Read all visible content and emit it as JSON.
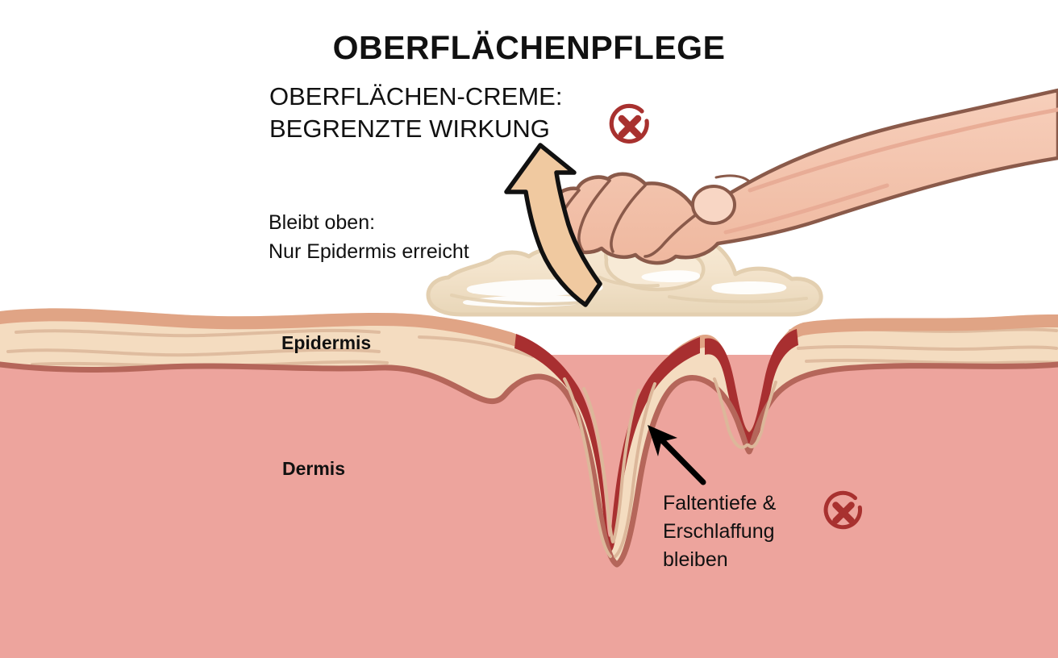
{
  "diagram": {
    "title": "OBERFLÄCHENPFLEGE",
    "subtitle_line1": "OBERFLÄCHEN-CREME:",
    "subtitle_line2": "BEGRENZTE WIRKUNG",
    "note_top_line1": "Bleibt oben:",
    "note_top_line2": "Nur Epidermis erreicht",
    "note_bottom_line1": "Faltentiefe &",
    "note_bottom_line2": "Erschlaffung",
    "note_bottom_line3": "bleiben",
    "layer_label_epidermis": "Epidermis",
    "layer_label_dermis": "Dermis",
    "icons": {
      "x_circle_top": "x-circle-icon",
      "x_circle_bottom": "x-circle-icon",
      "up_arrow": "curved-up-arrow-icon",
      "pointer_arrow": "arrow-up-left-icon",
      "hand": "hand-applying-cream-icon",
      "cream": "cream-blob-icon"
    },
    "colors": {
      "background": "#ffffff",
      "text": "#111111",
      "x_circle_red": "#a8312f",
      "epidermis_fill": "#f4dcc0",
      "epidermis_top_strip": "#e0a485",
      "epidermis_texture": "#dcb79a",
      "dermis_fill": "#eda49d",
      "boundary_line": "#b5665a",
      "wrinkle_groove": "#a82f30",
      "cream_fill": "#f3e3cb",
      "cream_shadow": "#e3cfb0",
      "cream_highlight": "#ffffff",
      "skin_hand": "#f4c3ad",
      "skin_hand_shade": "#e8ab95",
      "hand_outline": "#8a5a4a",
      "arrow_fill": "#f0c9a0",
      "arrow_outline": "#111111"
    }
  }
}
